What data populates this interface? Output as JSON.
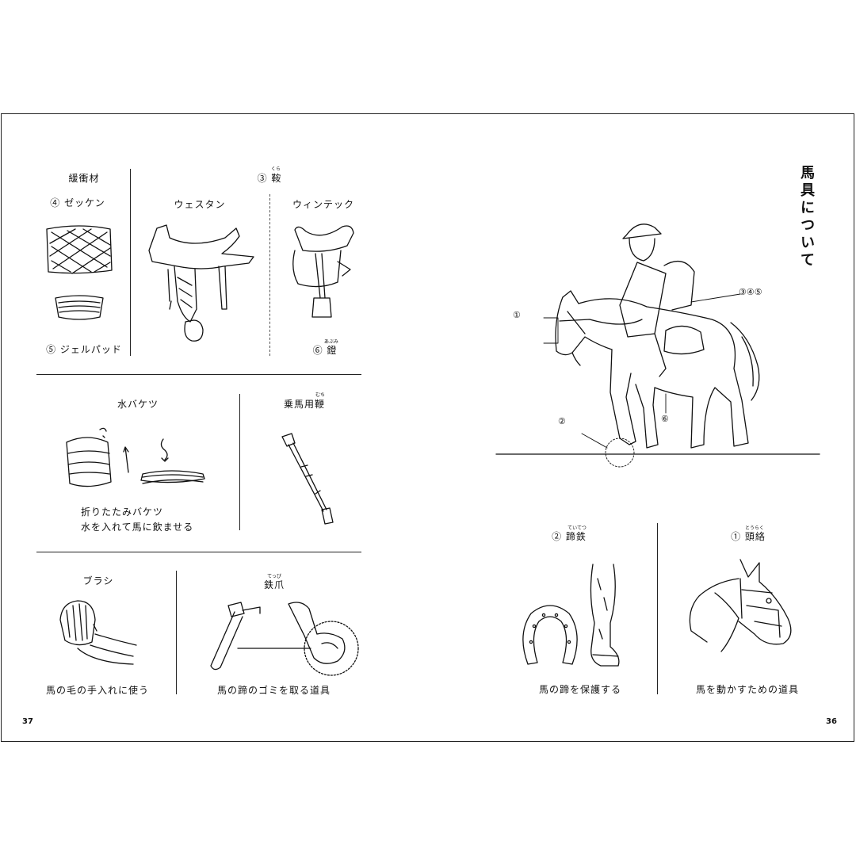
{
  "left_page": {
    "page_number": "37",
    "cushion": {
      "heading": "緩衝材",
      "pad_label": "④ ゼッケン",
      "gel_label": "⑤ ジェルパッド"
    },
    "saddle": {
      "heading": "③ 鞍",
      "heading_ruby": "くら",
      "western_label": "ウェスタン",
      "wintec_label": "ウィンテック",
      "stirrup_label": "⑥ 鐙",
      "stirrup_ruby": "あぶみ"
    },
    "bucket": {
      "heading": "水バケツ",
      "caption_line1": "折りたたみバケツ",
      "caption_line2": "水を入れて馬に飲ませる"
    },
    "whip": {
      "heading": "乗馬用鞭",
      "heading_ruby": "むち"
    },
    "brush": {
      "heading": "ブラシ",
      "caption": "馬の毛の手入れに使う"
    },
    "hoofpick": {
      "heading": "鉄爪",
      "heading_ruby": "てっぴ",
      "caption": "馬の蹄のゴミを取る道具"
    }
  },
  "right_page": {
    "page_number": "36",
    "title": "馬具について",
    "callouts": {
      "bridle": "①",
      "hoof": "②",
      "saddle_group": "③④⑤",
      "stirrup": "⑥"
    },
    "horseshoe": {
      "heading": "② 蹄鉄",
      "heading_ruby": "ていてつ",
      "caption": "馬の蹄を保護する"
    },
    "bridle": {
      "heading": "① 頭絡",
      "heading_ruby": "とうらく",
      "caption": "馬を動かすための道具"
    }
  },
  "icons": [
    "saddle-pad-icon",
    "gel-pad-icon",
    "western-saddle-icon",
    "wintec-saddle-icon",
    "bucket-icon",
    "whip-icon",
    "brush-icon",
    "hoof-pick-icon",
    "rider-horse-icon",
    "horseshoe-icon",
    "horse-leg-icon",
    "horse-head-icon"
  ]
}
